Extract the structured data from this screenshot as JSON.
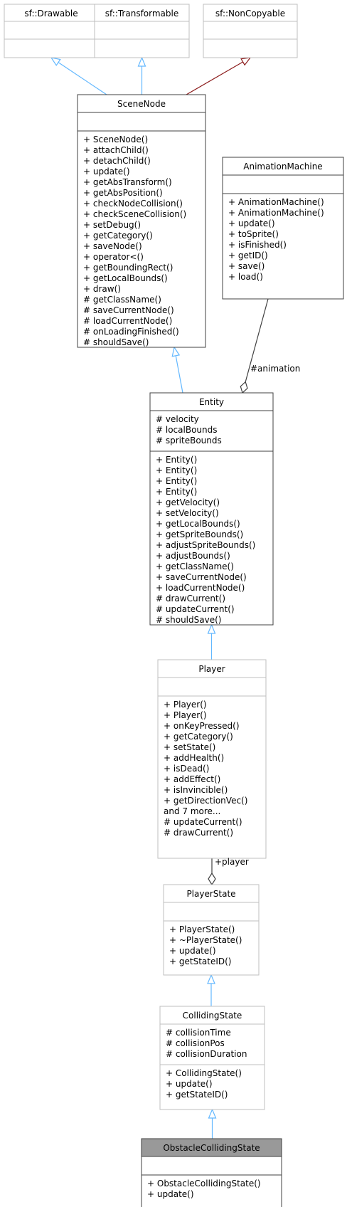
{
  "colors": {
    "box_border_dark": "#404040",
    "box_border_light": "#bfbfbf",
    "highlight_fill": "#999999",
    "inherit_arrow": "#63b8ff",
    "noncopyable_arrow": "#8b1a1a",
    "association": "#404040"
  },
  "classes": {
    "drawable": {
      "name": "sf::Drawable",
      "attributes": [],
      "methods": []
    },
    "transformable": {
      "name": "sf::Transformable",
      "attributes": [],
      "methods": []
    },
    "noncopyable": {
      "name": "sf::NonCopyable",
      "attributes": [],
      "methods": []
    },
    "scenenode": {
      "name": "SceneNode",
      "attributes": [],
      "methods": [
        "+ SceneNode()",
        "+ attachChild()",
        "+ detachChild()",
        "+ update()",
        "+ getAbsTransform()",
        "+ getAbsPosition()",
        "+ checkNodeCollision()",
        "+ checkSceneCollision()",
        "+ setDebug()",
        "+ getCategory()",
        "+ saveNode()",
        "+ operator<()",
        "+ getBoundingRect()",
        "+ getLocalBounds()",
        "+ draw()",
        "# getClassName()",
        "# saveCurrentNode()",
        "# loadCurrentNode()",
        "# onLoadingFinished()",
        "# shouldSave()"
      ]
    },
    "animationmachine": {
      "name": "AnimationMachine",
      "attributes": [],
      "methods": [
        "+ AnimationMachine()",
        "+ AnimationMachine()",
        "+ update()",
        "+ toSprite()",
        "+ isFinished()",
        "+ getID()",
        "+ save()",
        "+ load()"
      ]
    },
    "entity": {
      "name": "Entity",
      "attributes": [
        "# velocity",
        "# localBounds",
        "# spriteBounds"
      ],
      "methods": [
        "+ Entity()",
        "+ Entity()",
        "+ Entity()",
        "+ Entity()",
        "+ getVelocity()",
        "+ setVelocity()",
        "+ getLocalBounds()",
        "+ getSpriteBounds()",
        "+ adjustSpriteBounds()",
        "+ adjustBounds()",
        "+ getClassName()",
        "+ saveCurrentNode()",
        "+ loadCurrentNode()",
        "# drawCurrent()",
        "# updateCurrent()",
        "# shouldSave()"
      ]
    },
    "player": {
      "name": "Player",
      "attributes": [],
      "methods": [
        "+ Player()",
        "+ Player()",
        "+ onKeyPressed()",
        "+ getCategory()",
        "+ setState()",
        "+ addHealth()",
        "+ isDead()",
        "+ addEffect()",
        "+ isInvincible()",
        "+ getDirectionVec()",
        "and 7 more...",
        "# updateCurrent()",
        "# drawCurrent()"
      ]
    },
    "playerstate": {
      "name": "PlayerState",
      "attributes": [],
      "methods": [
        "+ PlayerState()",
        "+ ~PlayerState()",
        "+ update()",
        "+ getStateID()"
      ]
    },
    "collidingstate": {
      "name": "CollidingState",
      "attributes": [
        "# collisionTime",
        "# collisionPos",
        "# collisionDuration"
      ],
      "methods": [
        "+ CollidingState()",
        "+ update()",
        "+ getStateID()"
      ]
    },
    "obstaclecollidingstate": {
      "name": "ObstacleCollidingState",
      "attributes": [],
      "methods": [
        "+ ObstacleCollidingState()",
        "+ update()"
      ]
    }
  },
  "edges": {
    "animation_label": "#animation",
    "player_label": "+player"
  }
}
